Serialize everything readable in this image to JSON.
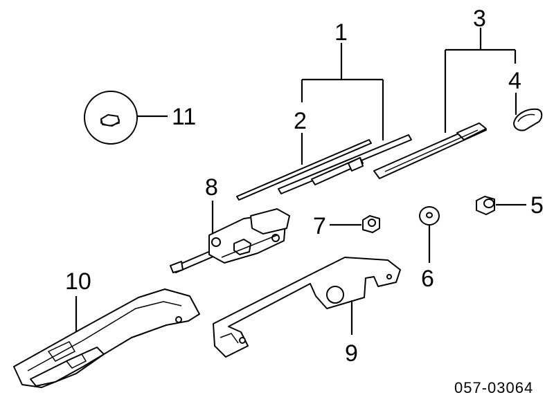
{
  "diagram": {
    "callouts": {
      "c1": "1",
      "c2": "2",
      "c3": "3",
      "c4": "4",
      "c5": "5",
      "c6": "6",
      "c7": "7",
      "c8": "8",
      "c9": "9",
      "c10": "10",
      "c11": "11"
    },
    "reference_code": "057-03064"
  }
}
